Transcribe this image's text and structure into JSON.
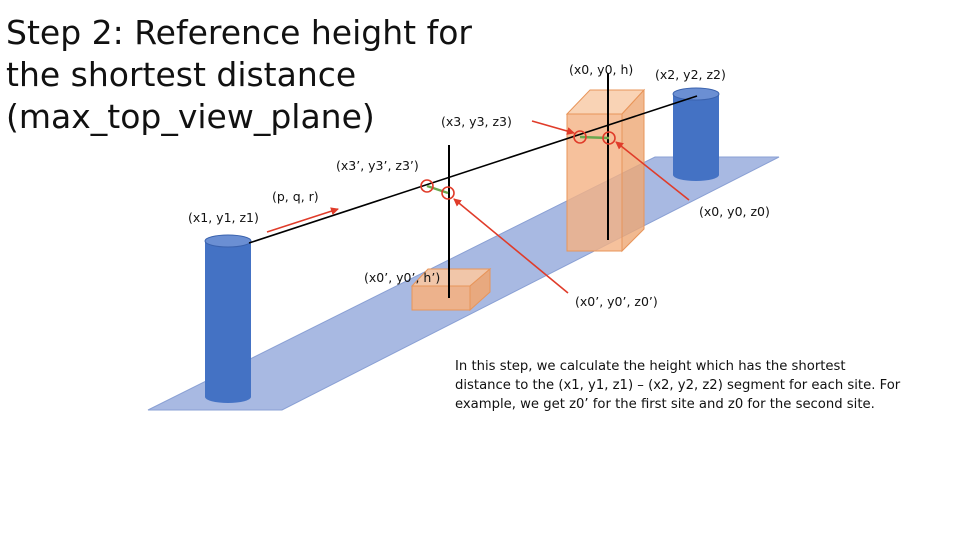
{
  "slide": {
    "title_lines": [
      "Step 2: Reference height for",
      "the shortest distance",
      "(max_top_view_plane)"
    ],
    "labels": {
      "x0_y0_h": "(x0, y0, h)",
      "x2_y2_z2": "(x2, y2, z2)",
      "x3_y3_z3": "(x3, y3, z3)",
      "x3p_y3p_z3p": "(x3’, y3’, z3’)",
      "p_q_r": "(p, q, r)",
      "x1_y1_z1": "(x1, y1, z1)",
      "x0_y0_z0": "(x0, y0, z0)",
      "x0p_y0p_hp": "(x0’, y0’, h’)",
      "x0p_y0p_z0p": "(x0’, y0’, z0’)"
    },
    "description_lines": [
      "In this step, we calculate the height which has the shortest",
      "distance to the (x1, y1, z1) – (x2, y2, z2) segment for each site. For",
      "example, we get z0’ for the first site and z0 for the second site."
    ]
  },
  "colors": {
    "plane": "#a8b9e2",
    "cylinder": "#4472c4",
    "box": "#f4b183",
    "arrow": "#e03c2a",
    "segment": "#6aa84f"
  }
}
